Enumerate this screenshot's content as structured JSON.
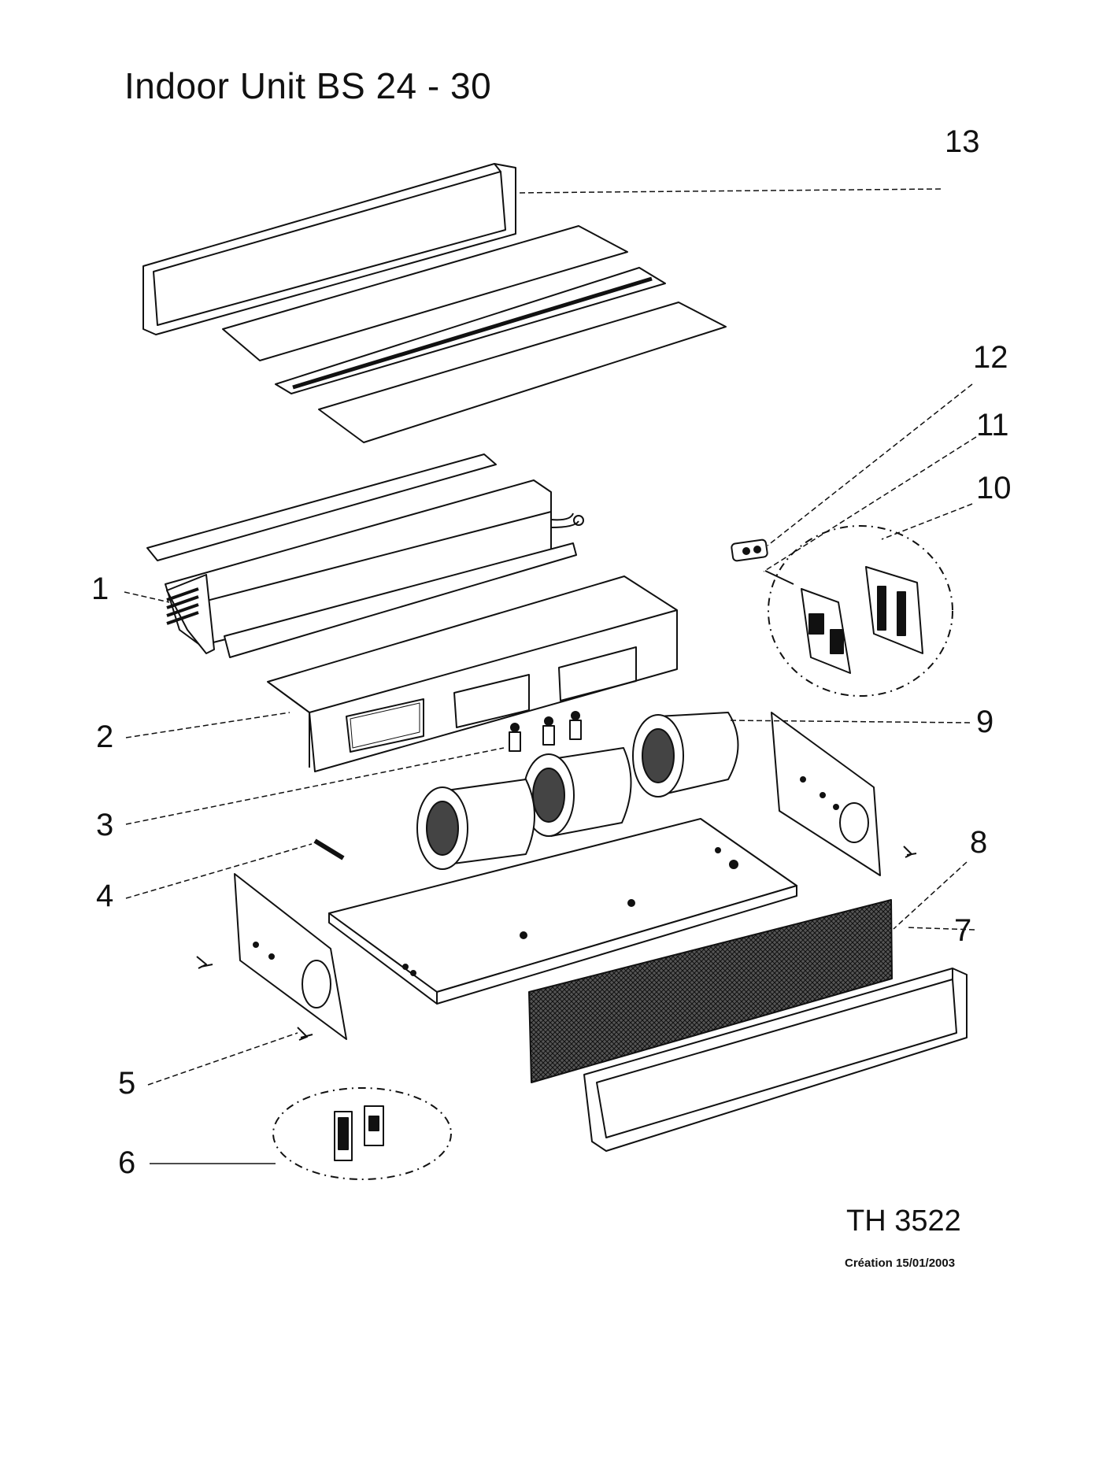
{
  "title": "Indoor Unit BS 24 - 30",
  "drawing_code": "TH 3522",
  "creation": "Création 15/01/2003",
  "callouts": [
    "1",
    "2",
    "3",
    "4",
    "5",
    "6",
    "7",
    "8",
    "9",
    "10",
    "11",
    "12",
    "13"
  ],
  "colors": {
    "ink": "#111111",
    "paper": "#ffffff",
    "mesh": "#2a2a2a"
  }
}
